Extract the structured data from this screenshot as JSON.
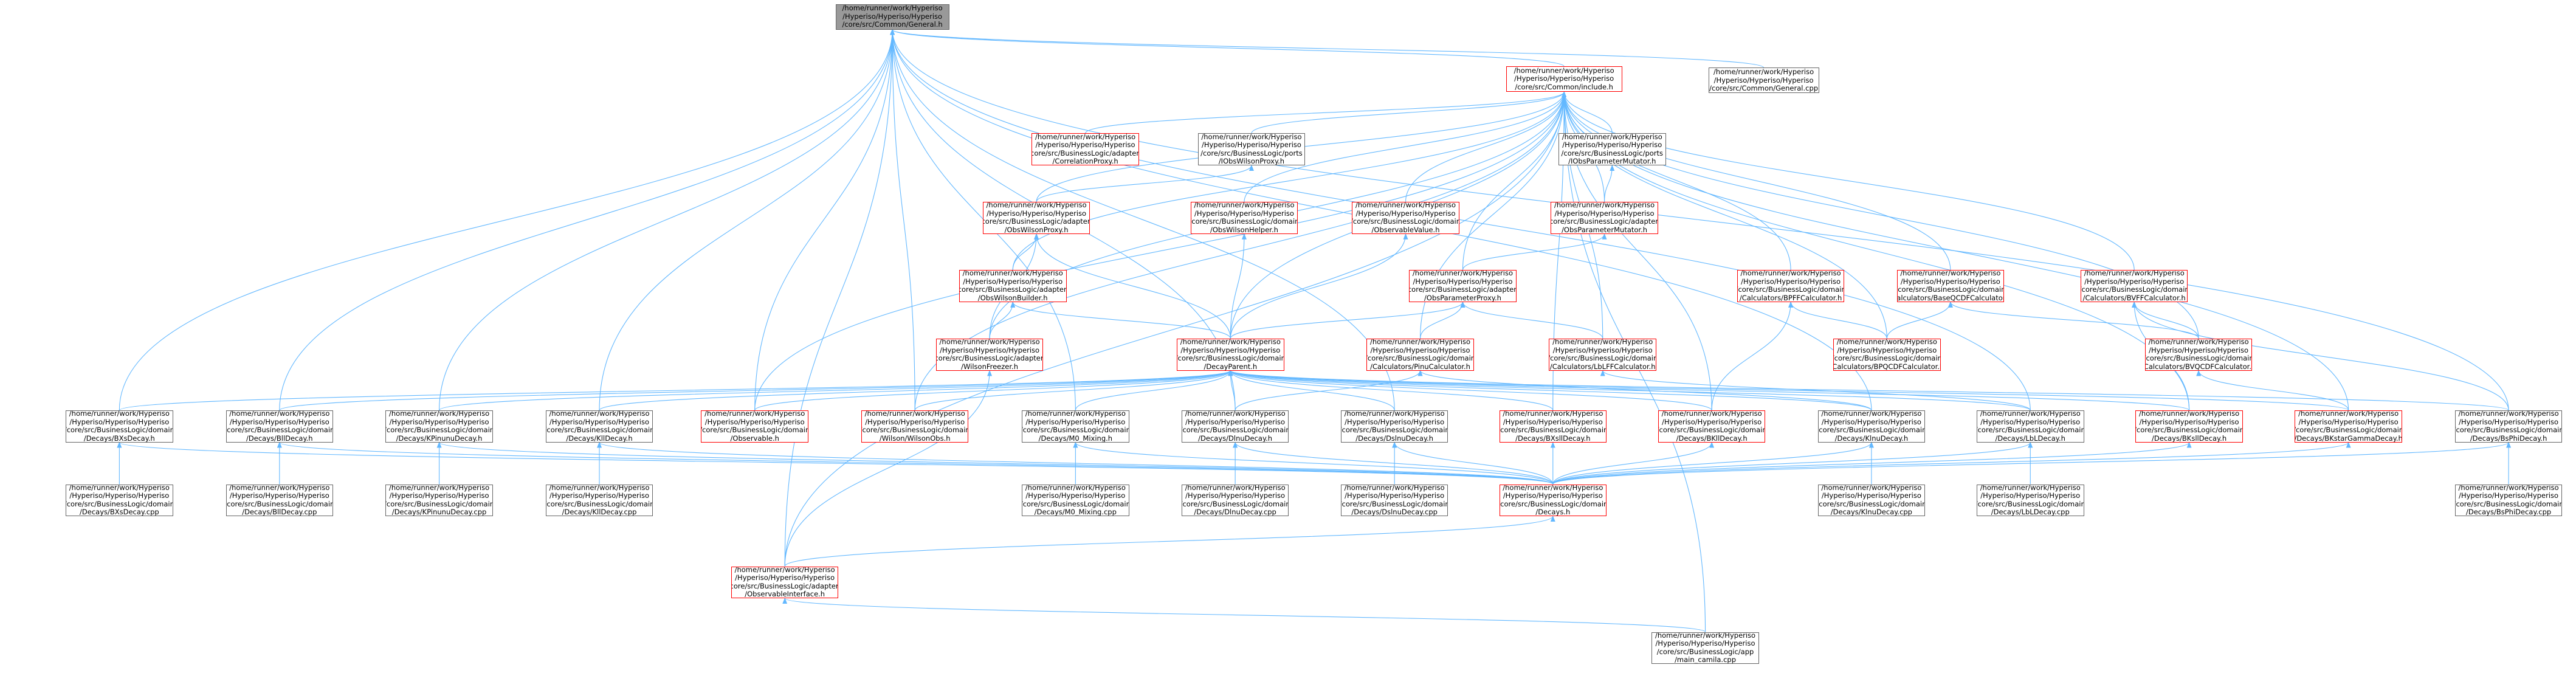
{
  "colors": {
    "edge": "#63b8ff",
    "border_default": "#666666",
    "border_truncated": "#ff0000",
    "current_node_fill": "#999999",
    "background": "#ffffff"
  },
  "nodes": {
    "general_h": [
      "/home/runner/work/Hyperiso",
      "/Hyperiso/Hyperiso/Hyperiso",
      "/core/src/Common/General.h"
    ],
    "commoninclude": [
      "/home/runner/work/Hyperiso",
      "/Hyperiso/Hyperiso/Hyperiso",
      "/core/src/Common/include.h"
    ],
    "general_cpp": [
      "/home/runner/work/Hyperiso",
      "/Hyperiso/Hyperiso/Hyperiso",
      "/core/src/Common/General.cpp"
    ],
    "correlationproxy": [
      "/home/runner/work/Hyperiso",
      "/Hyperiso/Hyperiso/Hyperiso",
      "/core/src/BusinessLogic/adapters",
      "/CorrelationProxy.h"
    ],
    "iobswilsonproxy": [
      "/home/runner/work/Hyperiso",
      "/Hyperiso/Hyperiso/Hyperiso",
      "/core/src/BusinessLogic/ports",
      "/IObsWilsonProxy.h"
    ],
    "iobsparammutator": [
      "/home/runner/work/Hyperiso",
      "/Hyperiso/Hyperiso/Hyperiso",
      "/core/src/BusinessLogic/ports",
      "/IObsParameterMutator.h"
    ],
    "obswilsonproxy": [
      "/home/runner/work/Hyperiso",
      "/Hyperiso/Hyperiso/Hyperiso",
      "/core/src/BusinessLogic/adapters",
      "/ObsWilsonProxy.h"
    ],
    "obswilsonhelper": [
      "/home/runner/work/Hyperiso",
      "/Hyperiso/Hyperiso/Hyperiso",
      "/core/src/BusinessLogic/domain",
      "/ObsWilsonHelper.h"
    ],
    "observablevalue": [
      "/home/runner/work/Hyperiso",
      "/Hyperiso/Hyperiso/Hyperiso",
      "/core/src/BusinessLogic/domain",
      "/ObservableValue.h"
    ],
    "obsparammutator": [
      "/home/runner/work/Hyperiso",
      "/Hyperiso/Hyperiso/Hyperiso",
      "/core/src/BusinessLogic/adapters",
      "/ObsParameterMutator.h"
    ],
    "obswilsonbuilder": [
      "/home/runner/work/Hyperiso",
      "/Hyperiso/Hyperiso/Hyperiso",
      "/core/src/BusinessLogic/adapters",
      "/ObsWilsonBuilder.h"
    ],
    "obsparamproxy": [
      "/home/runner/work/Hyperiso",
      "/Hyperiso/Hyperiso/Hyperiso",
      "/core/src/BusinessLogic/adapters",
      "/ObsParameterProxy.h"
    ],
    "bpffcalc": [
      "/home/runner/work/Hyperiso",
      "/Hyperiso/Hyperiso/Hyperiso",
      "/core/src/BusinessLogic/domain",
      "/Calculators/BPFFCalculator.h"
    ],
    "baseqcdfcalc": [
      "/home/runner/work/Hyperiso",
      "/Hyperiso/Hyperiso/Hyperiso",
      "/core/src/BusinessLogic/domain",
      "/Calculators/BaseQCDFCalculator.h"
    ],
    "bvffcalc": [
      "/home/runner/work/Hyperiso",
      "/Hyperiso/Hyperiso/Hyperiso",
      "/core/src/BusinessLogic/domain",
      "/Calculators/BVFFCalculator.h"
    ],
    "wilsonfreezer": [
      "/home/runner/work/Hyperiso",
      "/Hyperiso/Hyperiso/Hyperiso",
      "/core/src/BusinessLogic/adapters",
      "/WilsonFreezer.h"
    ],
    "decayparent": [
      "/home/runner/work/Hyperiso",
      "/Hyperiso/Hyperiso/Hyperiso",
      "/core/src/BusinessLogic/domain",
      "/DecayParent.h"
    ],
    "pinucalc": [
      "/home/runner/work/Hyperiso",
      "/Hyperiso/Hyperiso/Hyperiso",
      "/core/src/BusinessLogic/domain",
      "/Calculators/PinuCalculator.h"
    ],
    "lblffcalc": [
      "/home/runner/work/Hyperiso",
      "/Hyperiso/Hyperiso/Hyperiso",
      "/core/src/BusinessLogic/domain",
      "/Calculators/LbLFFCalculator.h"
    ],
    "bpqcdfcalc": [
      "/home/runner/work/Hyperiso",
      "/Hyperiso/Hyperiso/Hyperiso",
      "/core/src/BusinessLogic/domain",
      "/Calculators/BPQCDFCalculator.h"
    ],
    "bvqcdfcalc": [
      "/home/runner/work/Hyperiso",
      "/Hyperiso/Hyperiso/Hyperiso",
      "/core/src/BusinessLogic/domain",
      "/Calculators/BVQCDFCalculator.h"
    ],
    "bxsdecay_h": [
      "/home/runner/work/Hyperiso",
      "/Hyperiso/Hyperiso/Hyperiso",
      "/core/src/BusinessLogic/domain",
      "/Decays/BXsDecay.h"
    ],
    "blldecay_h": [
      "/home/runner/work/Hyperiso",
      "/Hyperiso/Hyperiso/Hyperiso",
      "/core/src/BusinessLogic/domain",
      "/Decays/BllDecay.h"
    ],
    "kpinunudecay_h": [
      "/home/runner/work/Hyperiso",
      "/Hyperiso/Hyperiso/Hyperiso",
      "/core/src/BusinessLogic/domain",
      "/Decays/KPinunuDecay.h"
    ],
    "klldecay_h": [
      "/home/runner/work/Hyperiso",
      "/Hyperiso/Hyperiso/Hyperiso",
      "/core/src/BusinessLogic/domain",
      "/Decays/KllDecay.h"
    ],
    "observable_h": [
      "/home/runner/work/Hyperiso",
      "/Hyperiso/Hyperiso/Hyperiso",
      "/core/src/BusinessLogic/domain",
      "/Observable.h"
    ],
    "wilsonwilsonobs": [
      "/home/runner/work/Hyperiso",
      "/Hyperiso/Hyperiso/Hyperiso",
      "/core/src/BusinessLogic/domain",
      "/Wilson/WilsonObs.h"
    ],
    "m0mixing_h": [
      "/home/runner/work/Hyperiso",
      "/Hyperiso/Hyperiso/Hyperiso",
      "/core/src/BusinessLogic/domain",
      "/Decays/M0_Mixing.h"
    ],
    "dlnudecay_h": [
      "/home/runner/work/Hyperiso",
      "/Hyperiso/Hyperiso/Hyperiso",
      "/core/src/BusinessLogic/domain",
      "/Decays/DlnuDecay.h"
    ],
    "dslnudecay_h": [
      "/home/runner/work/Hyperiso",
      "/Hyperiso/Hyperiso/Hyperiso",
      "/core/src/BusinessLogic/domain",
      "/Decays/DslnuDecay.h"
    ],
    "bxslldecay_h": [
      "/home/runner/work/Hyperiso",
      "/Hyperiso/Hyperiso/Hyperiso",
      "/core/src/BusinessLogic/domain",
      "/Decays/BXsllDecay.h"
    ],
    "bklldecay_h": [
      "/home/runner/work/Hyperiso",
      "/Hyperiso/Hyperiso/Hyperiso",
      "/core/src/BusinessLogic/domain",
      "/Decays/BKllDecay.h"
    ],
    "klnudecay_h": [
      "/home/runner/work/Hyperiso",
      "/Hyperiso/Hyperiso/Hyperiso",
      "/core/src/BusinessLogic/domain",
      "/Decays/KlnuDecay.h"
    ],
    "lblldecay_h": [
      "/home/runner/work/Hyperiso",
      "/Hyperiso/Hyperiso/Hyperiso",
      "/core/src/BusinessLogic/domain",
      "/Decays/LbLDecay.h"
    ],
    "bkslldecay_h": [
      "/home/runner/work/Hyperiso",
      "/Hyperiso/Hyperiso/Hyperiso",
      "/core/src/BusinessLogic/domain",
      "/Decays/BKsllDecay.h"
    ],
    "bkstargamma_h": [
      "/home/runner/work/Hyperiso",
      "/Hyperiso/Hyperiso/Hyperiso",
      "/core/src/BusinessLogic/domain",
      "/Decays/BKstarGammaDecay.h"
    ],
    "bsphidecay_h": [
      "/home/runner/work/Hyperiso",
      "/Hyperiso/Hyperiso/Hyperiso",
      "/core/src/BusinessLogic/domain",
      "/Decays/BsPhiDecay.h"
    ],
    "bxsdecay_cpp": [
      "/home/runner/work/Hyperiso",
      "/Hyperiso/Hyperiso/Hyperiso",
      "/core/src/BusinessLogic/domain",
      "/Decays/BXsDecay.cpp"
    ],
    "blldecay_cpp": [
      "/home/runner/work/Hyperiso",
      "/Hyperiso/Hyperiso/Hyperiso",
      "/core/src/BusinessLogic/domain",
      "/Decays/BllDecay.cpp"
    ],
    "kpinunudecay_cpp": [
      "/home/runner/work/Hyperiso",
      "/Hyperiso/Hyperiso/Hyperiso",
      "/core/src/BusinessLogic/domain",
      "/Decays/KPinunuDecay.cpp"
    ],
    "klldecay_cpp": [
      "/home/runner/work/Hyperiso",
      "/Hyperiso/Hyperiso/Hyperiso",
      "/core/src/BusinessLogic/domain",
      "/Decays/KllDecay.cpp"
    ],
    "m0mixing_cpp": [
      "/home/runner/work/Hyperiso",
      "/Hyperiso/Hyperiso/Hyperiso",
      "/core/src/BusinessLogic/domain",
      "/Decays/M0_Mixing.cpp"
    ],
    "dlnudecay_cpp": [
      "/home/runner/work/Hyperiso",
      "/Hyperiso/Hyperiso/Hyperiso",
      "/core/src/BusinessLogic/domain",
      "/Decays/DlnuDecay.cpp"
    ],
    "dslnudecay_cpp": [
      "/home/runner/work/Hyperiso",
      "/Hyperiso/Hyperiso/Hyperiso",
      "/core/src/BusinessLogic/domain",
      "/Decays/DslnuDecay.cpp"
    ],
    "decays_h": [
      "/home/runner/work/Hyperiso",
      "/Hyperiso/Hyperiso/Hyperiso",
      "/core/src/BusinessLogic/domain",
      "/Decays.h"
    ],
    "klnudecay_cpp": [
      "/home/runner/work/Hyperiso",
      "/Hyperiso/Hyperiso/Hyperiso",
      "/core/src/BusinessLogic/domain",
      "/Decays/KlnuDecay.cpp"
    ],
    "lblldecay_cpp": [
      "/home/runner/work/Hyperiso",
      "/Hyperiso/Hyperiso/Hyperiso",
      "/core/src/BusinessLogic/domain",
      "/Decays/LbLDecay.cpp"
    ],
    "bsphidecay_cpp": [
      "/home/runner/work/Hyperiso",
      "/Hyperiso/Hyperiso/Hyperiso",
      "/core/src/BusinessLogic/domain",
      "/Decays/BsPhiDecay.cpp"
    ],
    "observableinterface": [
      "/home/runner/work/Hyperiso",
      "/Hyperiso/Hyperiso/Hyperiso",
      "/core/src/BusinessLogic/adapters",
      "/ObservableInterface.h"
    ],
    "main_camila": [
      "/home/runner/work/Hyperiso",
      "/Hyperiso/Hyperiso/Hyperiso",
      "/core/src/BusinessLogic/app",
      "/main_camila.cpp"
    ]
  }
}
